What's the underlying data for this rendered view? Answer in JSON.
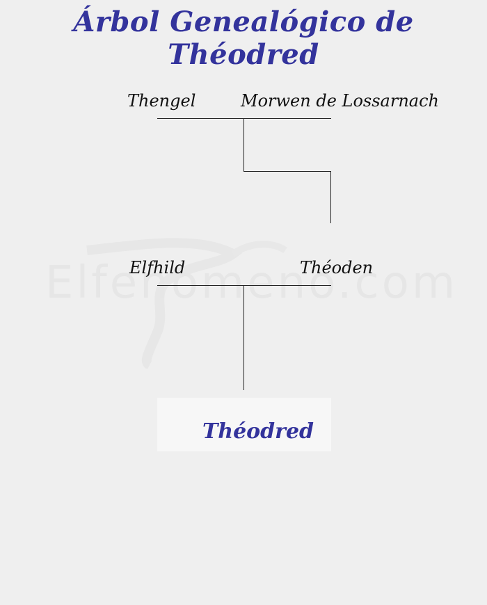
{
  "title": "Árbol Genealógico de Théodred",
  "watermark": {
    "text": "Elfenomeno.com"
  },
  "generations": {
    "grandparents": {
      "left": "Thengel",
      "right": "Morwen de Lossarnach"
    },
    "parents": {
      "left": "Elfhild",
      "right": "Théoden"
    },
    "subject": "Théodred"
  },
  "colors": {
    "title": "#33339c",
    "background": "#efefef",
    "lines": "#222222"
  }
}
